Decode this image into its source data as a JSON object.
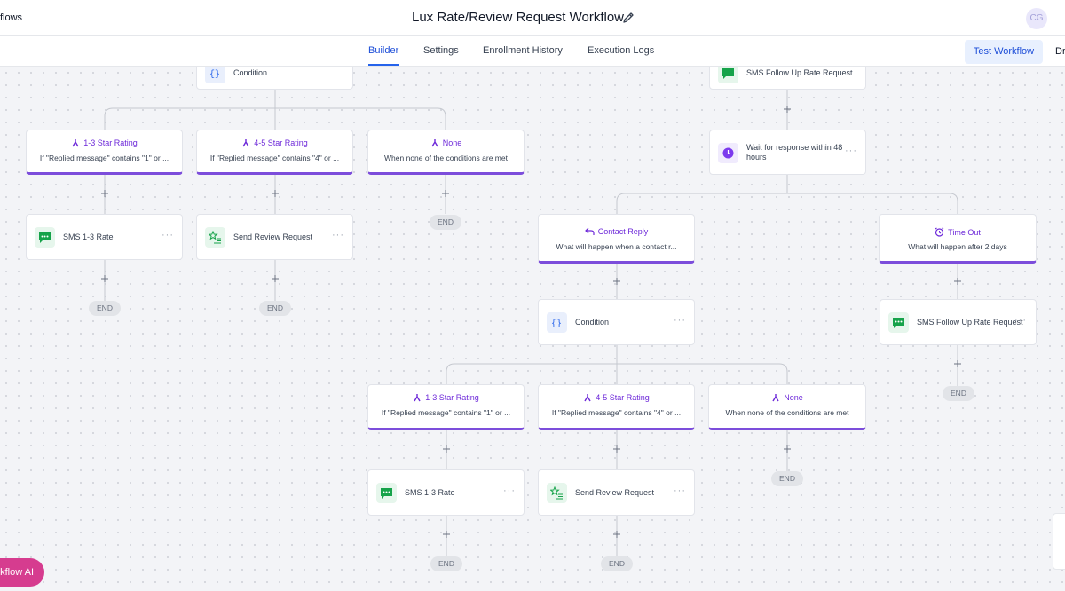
{
  "header": {
    "breadcrumb": "flows",
    "title": "Lux Rate/Review Request Workflow",
    "avatar_initials": "CG",
    "accent_color": "#2563eb"
  },
  "tabs": [
    {
      "label": "Builder",
      "active": true
    },
    {
      "label": "Settings",
      "active": false
    },
    {
      "label": "Enrollment History",
      "active": false
    },
    {
      "label": "Execution Logs",
      "active": false
    }
  ],
  "actions": {
    "test_workflow": "Test Workflow",
    "draft": "Dr"
  },
  "icons": {
    "edit": "pencil-icon",
    "sms": "message-square-icon",
    "review": "star-list-icon",
    "condition": "curly-braces-icon",
    "wait": "clock-icon",
    "branch": "split-branch-icon",
    "reply": "reply-arrow-icon",
    "timeout": "alarm-clock-icon",
    "add": "plus-icon"
  },
  "colors": {
    "branch_accent": "#7c4ddb",
    "sms_green": "#16a34a",
    "ai_button": "#d63c8f"
  },
  "canvas": {
    "left_flow": {
      "condition": "Condition",
      "branches": [
        {
          "title": "1-3 Star Rating",
          "desc": "If \"Replied message\" contains \"1\" or ..."
        },
        {
          "title": "4-5 Star Rating",
          "desc": "If \"Replied message\" contains \"4\" or ..."
        },
        {
          "title": "None",
          "desc": "When none of the conditions are met"
        }
      ],
      "actions": [
        "SMS 1-3 Rate",
        "Send Review Request"
      ]
    },
    "right_flow": {
      "sms_top": "SMS Follow Up Rate Request",
      "wait": "Wait for response within 48 hours",
      "contact_reply": {
        "title": "Contact Reply",
        "desc": "What will happen when a contact r..."
      },
      "time_out": {
        "title": "Time Out",
        "desc": "What will happen after 2 days"
      },
      "condition": "Condition",
      "follow_up": "SMS Follow Up Rate Request",
      "branches": [
        {
          "title": "1-3 Star Rating",
          "desc": "If \"Replied message\" contains \"1\" or ..."
        },
        {
          "title": "4-5 Star Rating",
          "desc": "If \"Replied message\" contains \"4\" or ..."
        },
        {
          "title": "None",
          "desc": "When none of the conditions are met"
        }
      ],
      "actions": [
        "SMS 1-3 Rate",
        "Send Review Request"
      ]
    },
    "end_label": "END",
    "ai_button": "kflow AI"
  }
}
